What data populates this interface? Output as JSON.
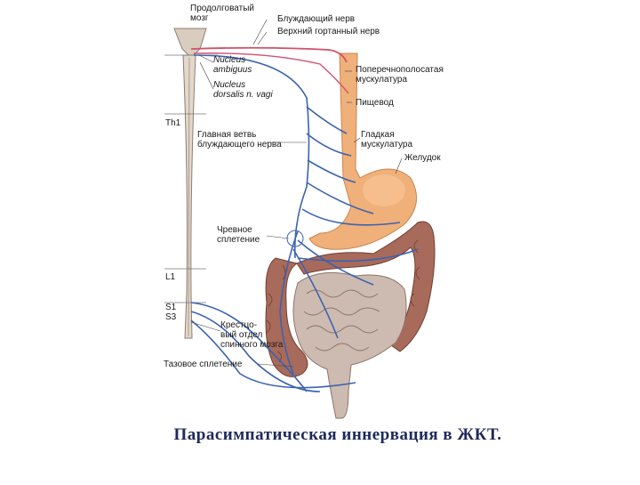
{
  "labels": {
    "medulla": "Продолговатый\nмозг",
    "vagus_nerve": "Блуждающий нерв",
    "superior_laryngeal": "Верхний гортанный нерв",
    "nucleus_ambiguus": "Nucleus\nambiguus",
    "nucleus_dorsalis": "Nucleus\ndorsalis n. vagi",
    "striated_muscle": "Поперечнополосатая\nмускулатура",
    "esophagus": "Пищевод",
    "th1": "Th1",
    "main_branch": "Главная ветвь\nблуждающего нерва",
    "smooth_muscle": "Гладкая\nмускулатура",
    "stomach": "Желудок",
    "celiac_plexus": "Чревное\nсплетение",
    "l1": "L1",
    "s1": "S1",
    "s3": "S3",
    "sacral_cord": "Крестцо-\nвый отдел\nспинного мозга",
    "pelvic_plexus": "Тазовое сплетение"
  },
  "caption": "Парасимпатическая иннервация в ЖКТ.",
  "colors": {
    "nerve_blue": "#3b63b0",
    "nerve_red": "#d2506b",
    "organ_orange": "#f0b07a",
    "intestine": "#cdbab0",
    "colon": "#a86a5a",
    "spine": "#d8cdbf"
  }
}
